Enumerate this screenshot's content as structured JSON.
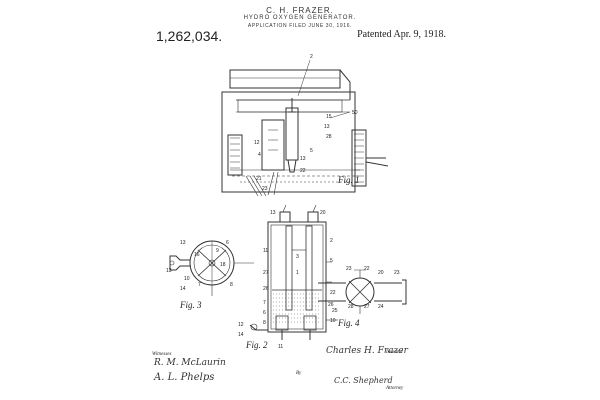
{
  "header": {
    "inventor": "C. H. FRAZER.",
    "title": "HYDRO OXYGEN GENERATOR.",
    "filed": "APPLICATION FILED JUNE 30, 1916.",
    "patent_number": "1,262,034.",
    "patent_date": "Patented Apr. 9, 1918."
  },
  "figures": {
    "fig1": "Fig. 1",
    "fig2": "Fig. 2",
    "fig3": "Fig. 3",
    "fig4": "Fig. 4"
  },
  "labels": {
    "witnesses": "Witnesses",
    "inventor": "Inventor",
    "by": "By",
    "attorney": "Attorney"
  },
  "signatures": {
    "witness1": "R. M. McLaurin",
    "witness2": "A. L. Phelps",
    "inventor": "Charles H. Frazer",
    "attorney": "C.C. Shepherd"
  },
  "reference_numerals": {
    "fig1": [
      "2",
      "50",
      "15",
      "12",
      "4",
      "28",
      "13",
      "21",
      "23",
      "13",
      "5",
      "22"
    ],
    "fig2": [
      "13",
      "20",
      "2",
      "11",
      "3",
      "5",
      "27",
      "1",
      "26",
      "22",
      "7",
      "6",
      "25",
      "8",
      "10",
      "12",
      "14",
      "11"
    ],
    "fig3": [
      "13",
      "6",
      "9",
      "16",
      "18",
      "10",
      "7",
      "8",
      "13",
      "14"
    ],
    "fig4": [
      "23",
      "22",
      "20",
      "26",
      "28",
      "27",
      "24",
      "23"
    ]
  }
}
